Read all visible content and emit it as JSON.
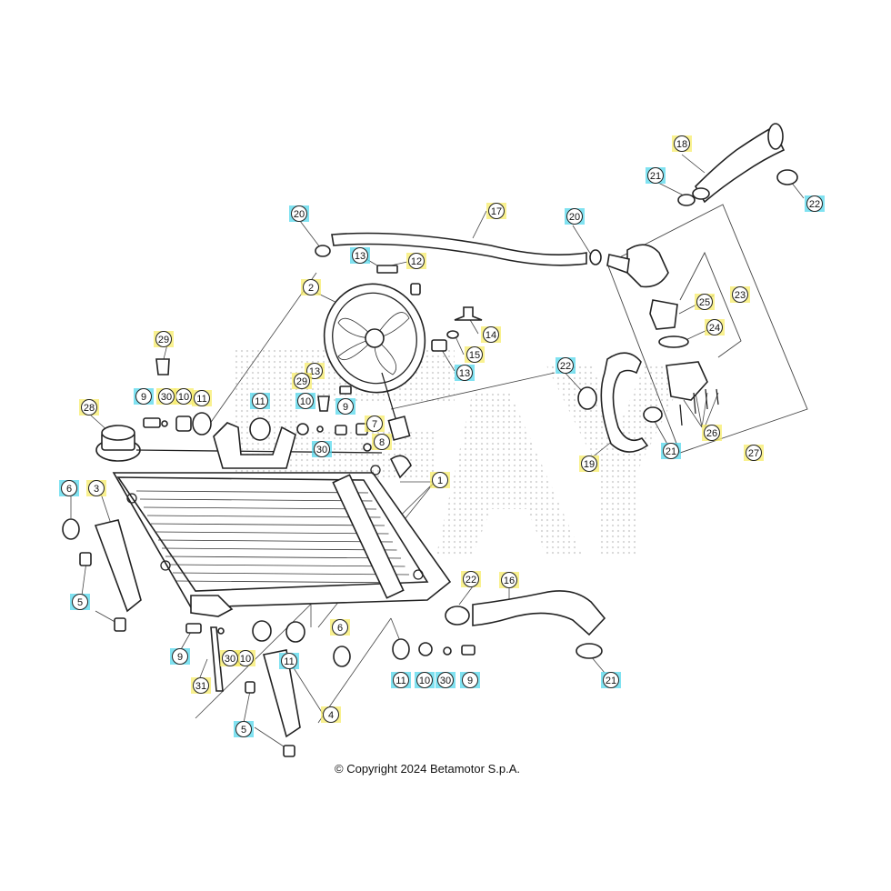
{
  "colors": {
    "line": "#222222",
    "yellow_tag": "#f7ec6a",
    "cyan_tag": "#55d8ec",
    "watermark": "#d9d9d9"
  },
  "copyright": "© Copyright 2024 Betamotor S.p.A.",
  "watermark_icon": "dotted-lettering-watermark",
  "callouts": [
    {
      "label": "1",
      "tag": "yellow"
    },
    {
      "label": "2",
      "tag": "yellow"
    },
    {
      "label": "3",
      "tag": "yellow"
    },
    {
      "label": "4",
      "tag": "yellow"
    },
    {
      "label": "5",
      "tag": "cyan"
    },
    {
      "label": "5",
      "tag": "cyan"
    },
    {
      "label": "6",
      "tag": "cyan"
    },
    {
      "label": "6",
      "tag": "yellow"
    },
    {
      "label": "7",
      "tag": "yellow"
    },
    {
      "label": "8",
      "tag": "yellow"
    },
    {
      "label": "9",
      "tag": "cyan"
    },
    {
      "label": "9",
      "tag": "cyan"
    },
    {
      "label": "9",
      "tag": "cyan"
    },
    {
      "label": "9",
      "tag": "cyan"
    },
    {
      "label": "10",
      "tag": "yellow"
    },
    {
      "label": "10",
      "tag": "cyan"
    },
    {
      "label": "10",
      "tag": "yellow"
    },
    {
      "label": "10",
      "tag": "cyan"
    },
    {
      "label": "11",
      "tag": "cyan"
    },
    {
      "label": "11",
      "tag": "cyan"
    },
    {
      "label": "11",
      "tag": "cyan"
    },
    {
      "label": "11",
      "tag": "yellow"
    },
    {
      "label": "12",
      "tag": "yellow"
    },
    {
      "label": "13",
      "tag": "cyan"
    },
    {
      "label": "13",
      "tag": "yellow"
    },
    {
      "label": "13",
      "tag": "cyan"
    },
    {
      "label": "14",
      "tag": "yellow"
    },
    {
      "label": "15",
      "tag": "yellow"
    },
    {
      "label": "16",
      "tag": "yellow"
    },
    {
      "label": "17",
      "tag": "yellow"
    },
    {
      "label": "18",
      "tag": "yellow"
    },
    {
      "label": "19",
      "tag": "yellow"
    },
    {
      "label": "20",
      "tag": "cyan"
    },
    {
      "label": "20",
      "tag": "cyan"
    },
    {
      "label": "21",
      "tag": "cyan"
    },
    {
      "label": "21",
      "tag": "cyan"
    },
    {
      "label": "21",
      "tag": "cyan"
    },
    {
      "label": "22",
      "tag": "cyan"
    },
    {
      "label": "22",
      "tag": "cyan"
    },
    {
      "label": "22",
      "tag": "yellow"
    },
    {
      "label": "23",
      "tag": "yellow"
    },
    {
      "label": "24",
      "tag": "yellow"
    },
    {
      "label": "25",
      "tag": "yellow"
    },
    {
      "label": "26",
      "tag": "yellow"
    },
    {
      "label": "27",
      "tag": "yellow"
    },
    {
      "label": "28",
      "tag": "yellow"
    },
    {
      "label": "29",
      "tag": "yellow"
    },
    {
      "label": "29",
      "tag": "yellow"
    },
    {
      "label": "30",
      "tag": "yellow"
    },
    {
      "label": "30",
      "tag": "cyan"
    },
    {
      "label": "30",
      "tag": "yellow"
    },
    {
      "label": "30",
      "tag": "cyan"
    },
    {
      "label": "31",
      "tag": "yellow"
    }
  ]
}
